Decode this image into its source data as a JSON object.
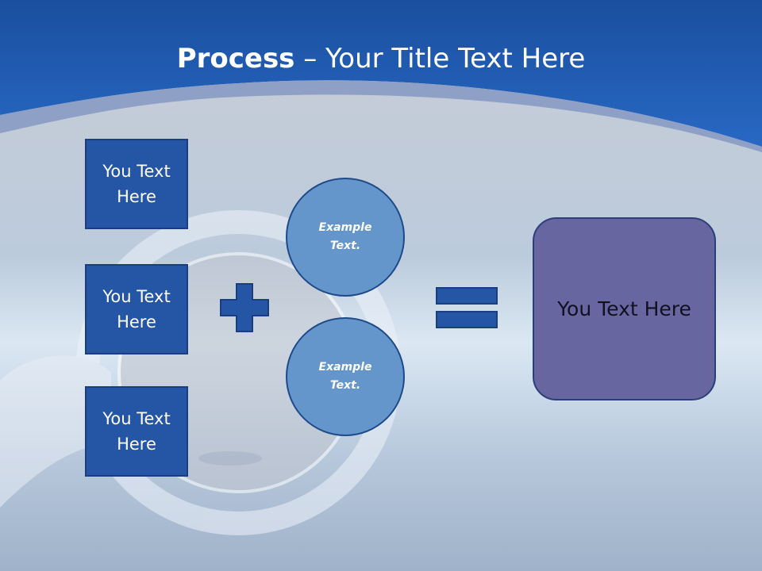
{
  "title": {
    "bold": "Process",
    "rest": " – Your Title Text Here"
  },
  "boxes": [
    {
      "label": "You Text Here"
    },
    {
      "label": "You Text Here"
    },
    {
      "label": "You Text Here"
    }
  ],
  "circles": [
    {
      "label": "Example Text."
    },
    {
      "label": "Example Text."
    }
  ],
  "result": {
    "label": "You Text Here"
  },
  "colors": {
    "header_blue": "#1e58b4",
    "box_fill": "#2456a5",
    "circle_fill": "#6496cc",
    "result_fill": "#6766a0"
  },
  "icons": [
    "plus-icon",
    "equals-icon"
  ]
}
